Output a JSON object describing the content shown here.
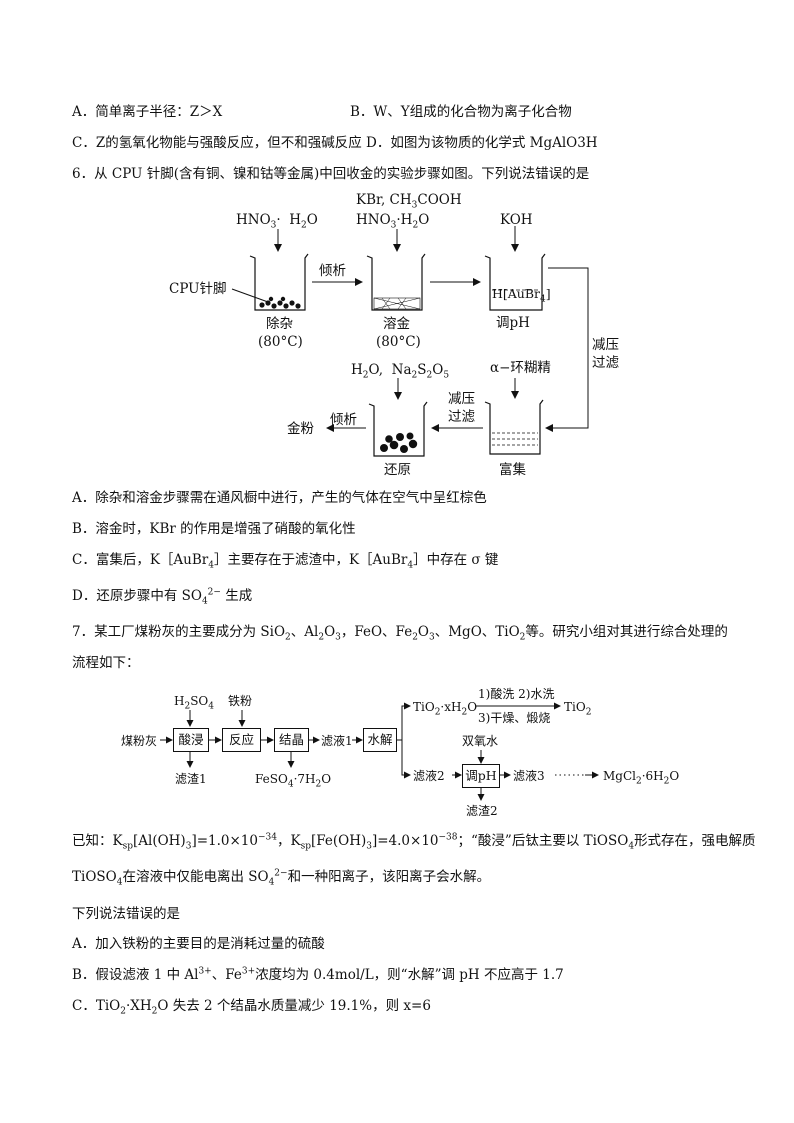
{
  "q5": {
    "optA": "A．简单离子半径：Z＞X",
    "optB": "B．W、Y组成的化合物为离子化合物",
    "optC": "C．Z的氢氧化物能与强酸反应，但不和强碱反应",
    "optD": "D．如图为该物质的化学式 MgAlO3H"
  },
  "q6": {
    "stem": "6．从 CPU 针脚(含有铜、镍和钴等金属)中回收金的实验步骤如图。下列说法错误的是",
    "diagram": {
      "reagent1": "HNO3· H2O",
      "reagent2_top": "KBr, CH3COOH",
      "reagent2_bottom": "HNO3·H2O",
      "reagent3": "KOH",
      "reagent4": "H2O, Na2S2O5",
      "reagent5": "α−环糊精",
      "cpu_label": "CPU针脚",
      "arrow1": "倾析",
      "beaker1": "除杂",
      "beaker1_temp": "(80°C)",
      "beaker2": "溶金",
      "beaker2_temp": "(80°C)",
      "beaker3": "调pH",
      "beaker3_content": "H[AuBr4]",
      "side_filter": "减压过滤",
      "beaker4": "富集",
      "arrow_filter2": "减压过滤",
      "beaker5": "还原",
      "arrow_pour2": "倾析",
      "product": "金粉"
    },
    "optA": "A．除杂和溶金步骤需在通风橱中进行，产生的气体在空气中呈红棕色",
    "optB": "B．溶金时，KBr 的作用是增强了硝酸的氧化性",
    "optC": "C．富集后，K［AuBr4］主要存在于滤渣中，K［AuBr4］中存在 σ 键",
    "optD": "D．还原步骤中有 SO42− 生成"
  },
  "q7": {
    "stem1": "7．某工厂煤粉灰的主要成分为 SiO2、Al2O3，FeO、Fe2O3、MgO、TiO2等。研究小组对其进行综合处理的",
    "stem2": "流程如下：",
    "flow": {
      "start": "煤粉灰",
      "h2so4": "H2SO4",
      "iron": "铁粉",
      "step1": "酸浸",
      "step2": "反应",
      "step3": "结晶",
      "step4": "水解",
      "step5": "调pH",
      "residue1": "滤渣1",
      "crystal": "FeSO4·7H2O",
      "filtrate1": "滤液1",
      "tio2x": "TiO2·xH2O",
      "ops_top": "1)酸洗  2)水洗",
      "ops_bottom": "3)干燥、煅烧",
      "tio2": "TiO2",
      "filtrate2": "滤液2",
      "h2o2": "双氧水",
      "filtrate3": "滤液3",
      "dots": "······",
      "mgcl2": "MgCl2·6H2O",
      "residue2": "滤渣2"
    },
    "known1": "已知：Ksp[Al(OH)3]=1.0×10−34，Ksp[Fe(OH)3]=4.0×10−38；“酸浸”后钛主要以 TiOSO4形式存在，强电解质",
    "known2": "TiOSO4在溶液中仅能电离出 SO42−和一种阳离子，该阳离子会水解。",
    "ask": "下列说法错误的是",
    "optA": "A．加入铁粉的主要目的是消耗过量的硫酸",
    "optB": "B．假设滤液 1 中 Al3+、Fe3+浓度均为 0.4mol/L，则“水解”调 pH 不应高于 1.7",
    "optC": "C．TiO2·XH2O 失去 2 个结晶水质量减少 19.1%，则 x=6"
  }
}
